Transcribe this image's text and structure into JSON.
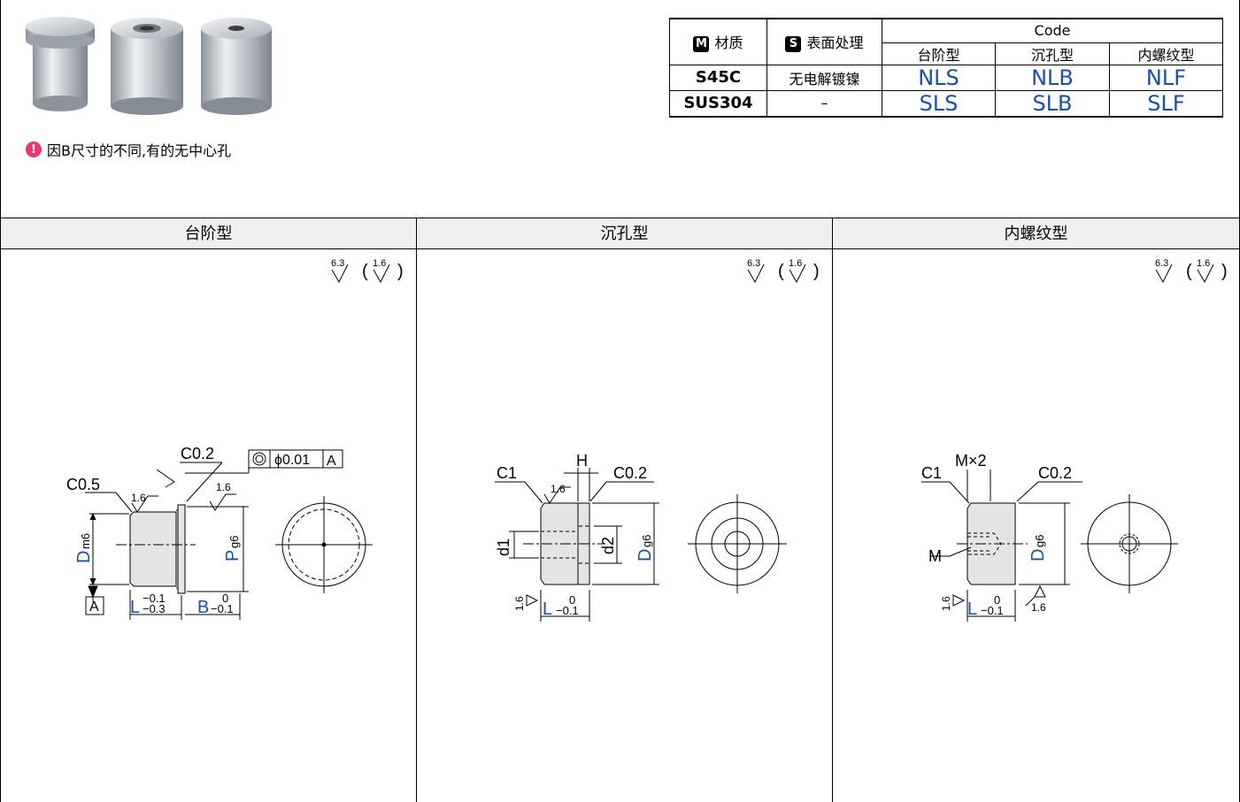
{
  "note": {
    "icon": "!",
    "text": "因B尺寸的不同,有的无中心孔"
  },
  "table": {
    "material_tag": "M",
    "material_label": "材质",
    "surface_tag": "S",
    "surface_label": "表面处理",
    "code_label": "Code",
    "types": [
      "台阶型",
      "沉孔型",
      "内螺纹型"
    ],
    "rows": [
      {
        "material": "S45C",
        "surface": "无电解镀镍",
        "codes": [
          "NLS",
          "NLB",
          "NLF"
        ]
      },
      {
        "material": "SUS304",
        "surface": "–",
        "codes": [
          "SLS",
          "SLB",
          "SLF"
        ]
      }
    ]
  },
  "panels": [
    {
      "title": "台阶型"
    },
    {
      "title": "沉孔型"
    },
    {
      "title": "内螺纹型"
    }
  ],
  "roughness": {
    "main": "6.3",
    "sub": "1.6"
  },
  "drawing1": {
    "c05": "C0.5",
    "c02": "C0.2",
    "r16": "1.6",
    "tol": "ϕ0.01",
    "datum": "A",
    "D": "D",
    "Dsub": "m6",
    "P": "P",
    "Psub": "g6",
    "L": "L",
    "Ltol_up": "−0.1",
    "Ltol_dn": "−0.3",
    "B": "B",
    "Btol_up": "0",
    "Btol_dn": "−0.1"
  },
  "drawing2": {
    "c1": "C1",
    "h": "H",
    "c02": "C0.2",
    "r16": "1.6",
    "d1": "d1",
    "d2": "d2",
    "D": "D",
    "Dsub": "g6",
    "L": "L",
    "Ltol_up": "0",
    "Ltol_dn": "−0.1"
  },
  "drawing3": {
    "c1": "C1",
    "mx2": "M×2",
    "c02": "C0.2",
    "m": "M",
    "r16": "1.6",
    "D": "D",
    "Dsub": "g6",
    "L": "L",
    "Ltol_up": "0",
    "Ltol_dn": "−0.1"
  },
  "colors": {
    "code_blue": "#1a4ea8",
    "note_pink": "#e8386e",
    "header_gray": "#f0f0f0"
  }
}
